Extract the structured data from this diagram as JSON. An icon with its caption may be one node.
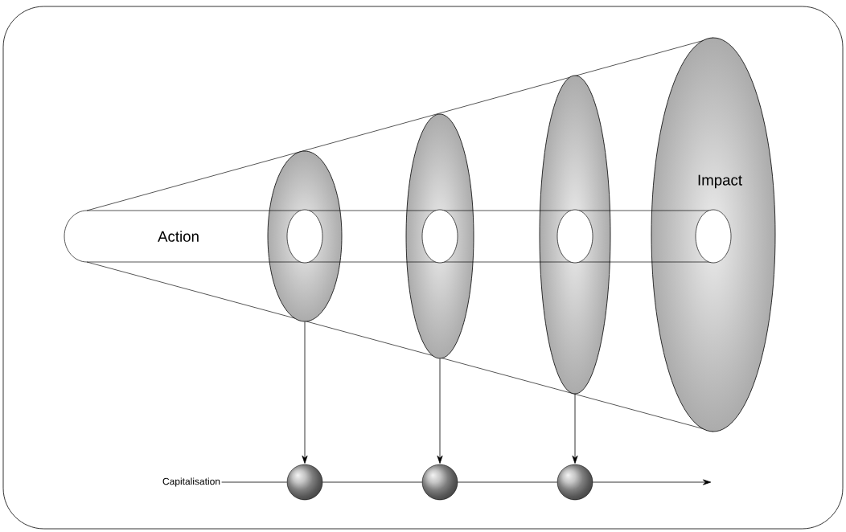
{
  "diagram": {
    "nodes": [
      {
        "text": [
          "Action"
        ]
      },
      {
        "text": [],
        "shape": "ellipse"
      },
      {
        "text": [],
        "shape": "ellipse"
      },
      {
        "text": [],
        "shape": "ellipse"
      },
      {
        "text": [
          "Impact"
        ]
      },
      {
        "text": [
          "Capitalisation"
        ]
      },
      {
        "text": [],
        "shape": "circle"
      },
      {
        "text": [],
        "shape": "circle"
      },
      {
        "text": [],
        "shape": "circle"
      }
    ],
    "edges": [
      {
        "from": 1,
        "to": 6,
        "arrow": "to"
      },
      {
        "from": 2,
        "to": 7,
        "arrow": "to"
      },
      {
        "from": 3,
        "to": 8,
        "arrow": "to"
      },
      {
        "from": 5,
        "to": 6,
        "arrow": "none"
      },
      {
        "from": 6,
        "to": 7,
        "arrow": "none"
      },
      {
        "from": 7,
        "to": 8,
        "arrow": "none"
      },
      {
        "from": 8,
        "to": null,
        "arrow": "to"
      }
    ]
  }
}
